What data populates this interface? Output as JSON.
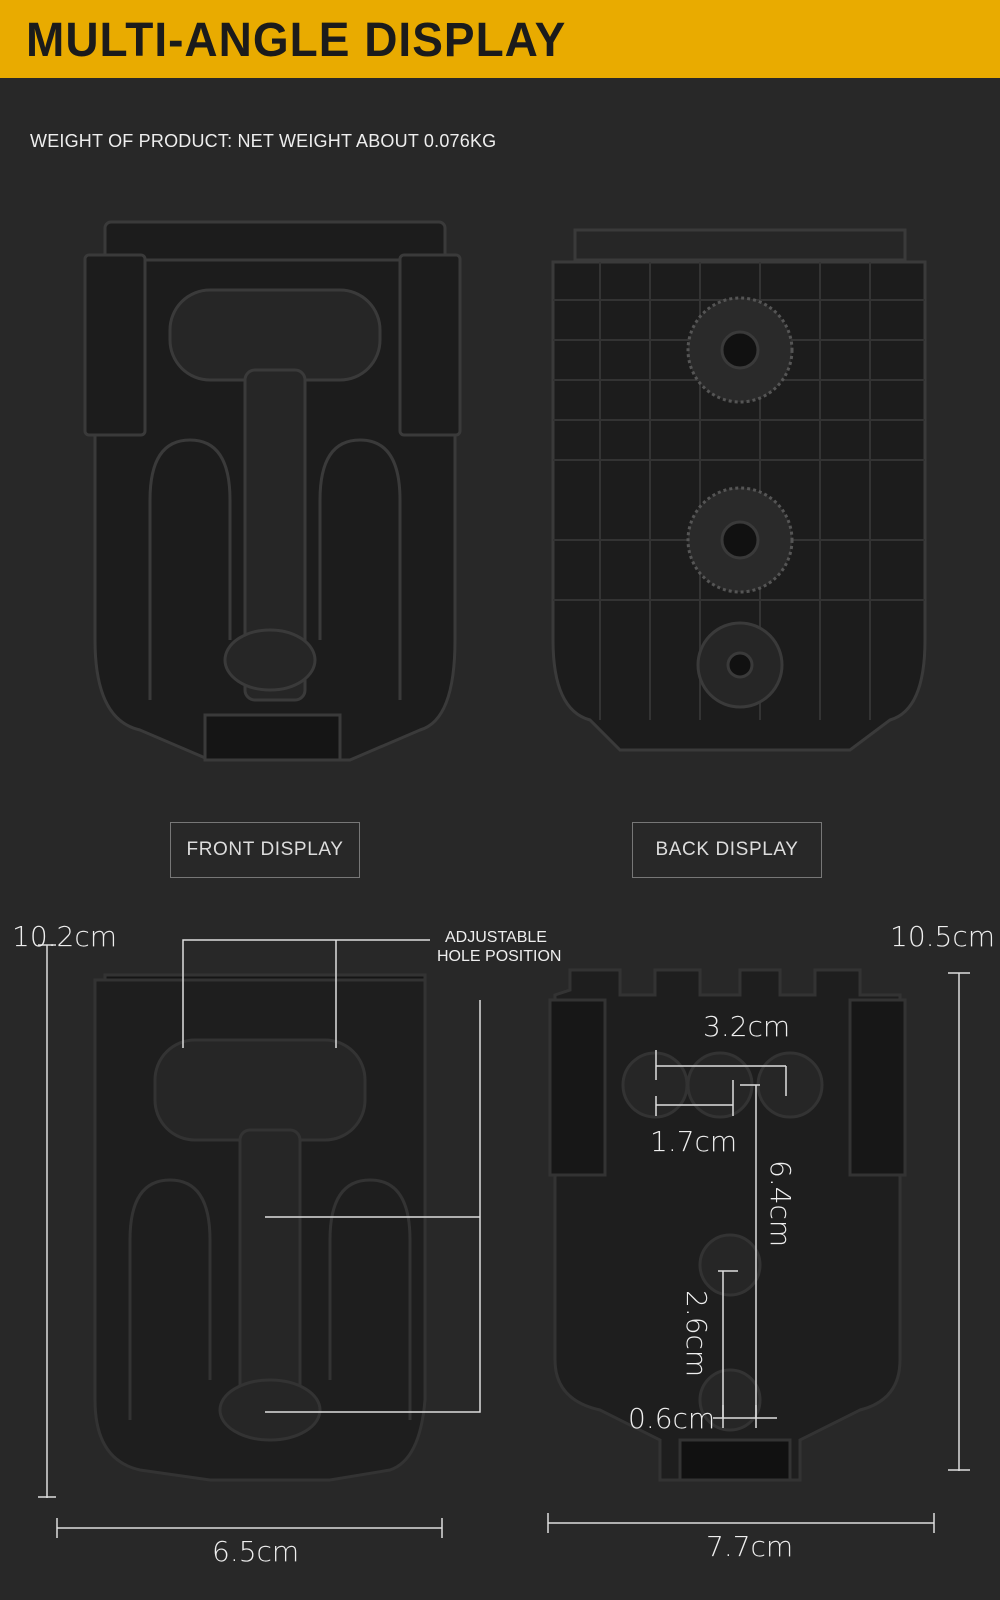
{
  "header": {
    "title": "MULTI-ANGLE DISPLAY",
    "accent_color": "#e9ab00"
  },
  "weight_text": "WEIGHT OF PRODUCT: NET WEIGHT ABOUT 0.076KG",
  "labels": {
    "front": "FRONT DISPLAY",
    "back": "BACK DISPLAY"
  },
  "front_dims": {
    "height": "10.2cm",
    "width": "6.5cm",
    "callout_line1": "ADJUSTABLE",
    "callout_line2": "HOLE POSITION"
  },
  "back_dims": {
    "height": "10.5cm",
    "width": "7.7cm",
    "d1": "3.2cm",
    "d2": "1.7cm",
    "d3": "6.4cm",
    "d4": "2.6cm",
    "d5": "0.6cm"
  }
}
